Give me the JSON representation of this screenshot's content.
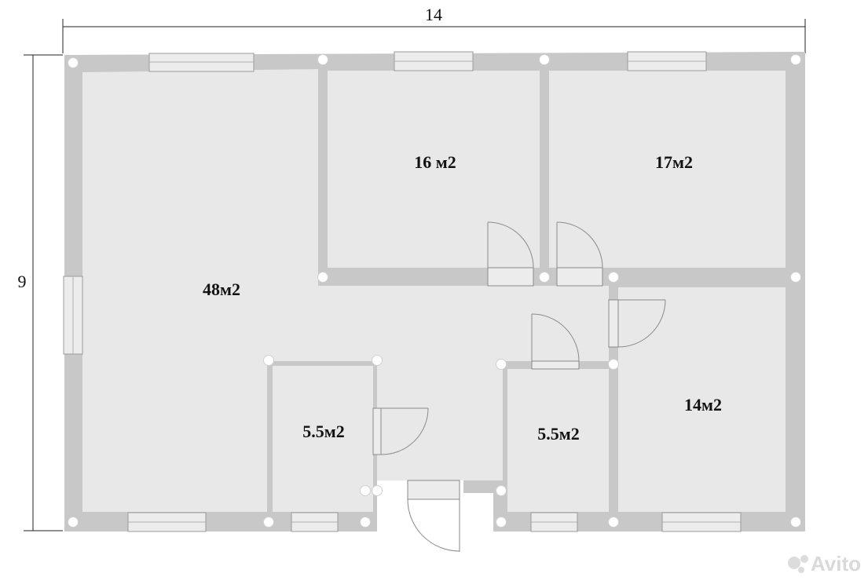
{
  "dimensions": {
    "width_label": "14",
    "height_label": "9"
  },
  "rooms": [
    {
      "id": "living",
      "area_label": "48м2"
    },
    {
      "id": "bedroom-1",
      "area_label": "16 м2"
    },
    {
      "id": "bedroom-2",
      "area_label": "17м2"
    },
    {
      "id": "bedroom-3",
      "area_label": "14м2"
    },
    {
      "id": "bath-1",
      "area_label": "5.5м2"
    },
    {
      "id": "bath-2",
      "area_label": "5.5м2"
    }
  ],
  "watermark": {
    "text": "Avito"
  },
  "colors": {
    "wall": "#c8c8c8",
    "floor": "#e8e8e8",
    "window": "#ececec",
    "line": "#8a8a8a",
    "post": "#ffffff"
  }
}
